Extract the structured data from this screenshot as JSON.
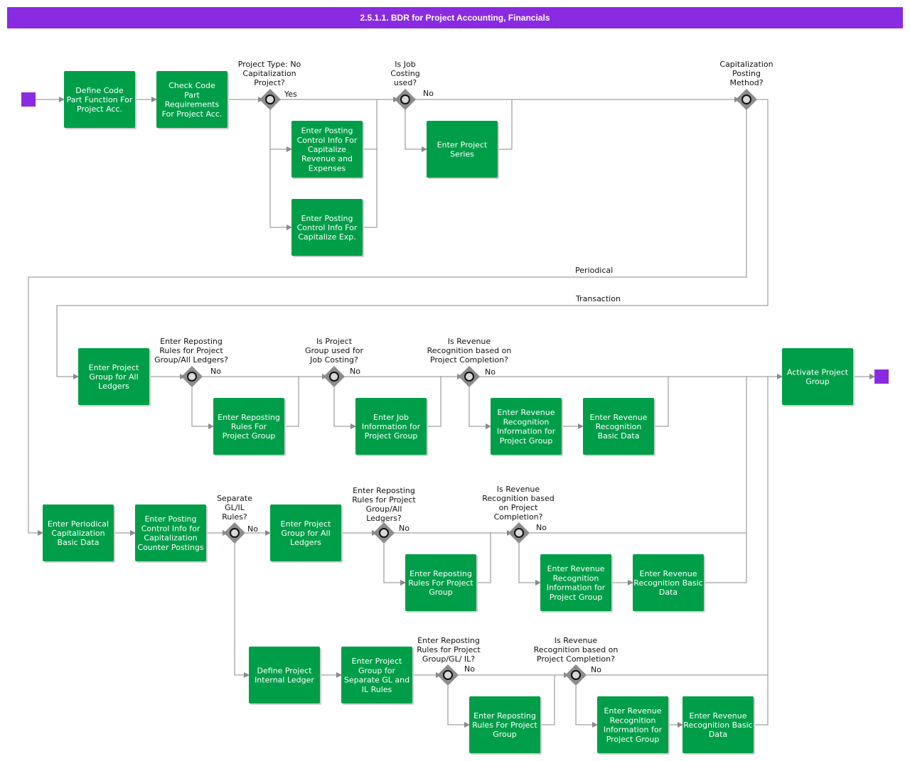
{
  "title": "2.5.1.1. BDR for Project Accounting, Financials",
  "tasks": {
    "define_code_part": [
      "Define Code",
      "Part Function For",
      "Project Acc."
    ],
    "check_code_part": [
      "Check Code",
      "Part",
      "Requirements",
      "For Project Acc."
    ],
    "posting_cap_rev": [
      "Enter Posting",
      "Control Info For",
      "Capitalize",
      "Revenue and",
      "Expenses"
    ],
    "posting_cap_exp": [
      "Enter Posting",
      "Control Info For",
      "Capitalize Exp."
    ],
    "project_series": [
      "Enter Project",
      "Series"
    ],
    "pg_all_ledgers_1": [
      "Enter Project",
      "Group for All",
      "Ledgers"
    ],
    "reposting_rules_1": [
      "Enter Reposting",
      "Rules For",
      "Project Group"
    ],
    "job_info": [
      "Enter Job",
      "Information for",
      "Project Group"
    ],
    "rev_rec_info_1": [
      "Enter Revenue",
      "Recognition",
      "Information for",
      "Project Group"
    ],
    "rev_rec_basic_1": [
      "Enter Revenue",
      "Recognition",
      "Basic Data"
    ],
    "activate_pg": [
      "Activate Project",
      "Group"
    ],
    "periodical_cap": [
      "Enter Periodical",
      "Capitalization",
      "Basic Data"
    ],
    "posting_counter": [
      "Enter Posting",
      "Control Info for",
      "Capitalization",
      "Counter Postings"
    ],
    "pg_all_ledgers_2": [
      "Enter Project",
      "Group for All",
      "Ledgers"
    ],
    "reposting_rules_2": [
      "Enter Reposting",
      "Rules For Project",
      "Group"
    ],
    "rev_rec_info_2": [
      "Enter Revenue",
      "Recognition",
      "Information for",
      "Project Group"
    ],
    "rev_rec_basic_2": [
      "Enter Revenue",
      "Recognition Basic",
      "Data"
    ],
    "define_internal_ledger": [
      "Define Project",
      "Internal Ledger"
    ],
    "pg_separate": [
      "Enter Project",
      "Group for",
      "Separate GL and",
      "IL Rules"
    ],
    "reposting_rules_3": [
      "Enter Reposting",
      "Rules For Project",
      "Group"
    ],
    "rev_rec_info_3": [
      "Enter Revenue",
      "Recognition",
      "Information for",
      "Project Group"
    ],
    "rev_rec_basic_3": [
      "Enter Revenue",
      "Recognition Basic",
      "Data"
    ]
  },
  "gateways": {
    "g1": [
      "Project Type: No",
      "Capitalization",
      "Project?"
    ],
    "g2": [
      "Is Job",
      "Costing",
      "used?"
    ],
    "g3": [
      "Capitalization",
      "Posting",
      "Method?"
    ],
    "g4": [
      "Enter Reposting",
      "Rules for Project",
      "Group/All Ledgers?"
    ],
    "g5": [
      "Is Project",
      "Group used for",
      "Job Costing?"
    ],
    "g6": [
      "Is Revenue",
      "Recognition based on",
      "Project Completion?"
    ],
    "g7": [
      "Separate",
      "GL/IL",
      "Rules?"
    ],
    "g8": [
      "Enter Reposting",
      "Rules for Project",
      "Group/All",
      "Ledgers?"
    ],
    "g9": [
      "Is Revenue",
      "Recognition based",
      "on Project",
      "Completion?"
    ],
    "g10": [
      "Enter Reposting",
      "Rules for Project",
      "Group/GL/ IL?"
    ],
    "g11": [
      "Is Revenue",
      "Recognition based on",
      "Project Completion?"
    ]
  },
  "flow_labels": {
    "yes": "Yes",
    "no": "No",
    "periodical": "Periodical",
    "transaction": "Transaction"
  },
  "colors": {
    "header": "#8a2be2",
    "task": "#009e49",
    "event": "#8a2be2",
    "gateway": "#8c8c8c",
    "flow": "#8a8a8a"
  }
}
